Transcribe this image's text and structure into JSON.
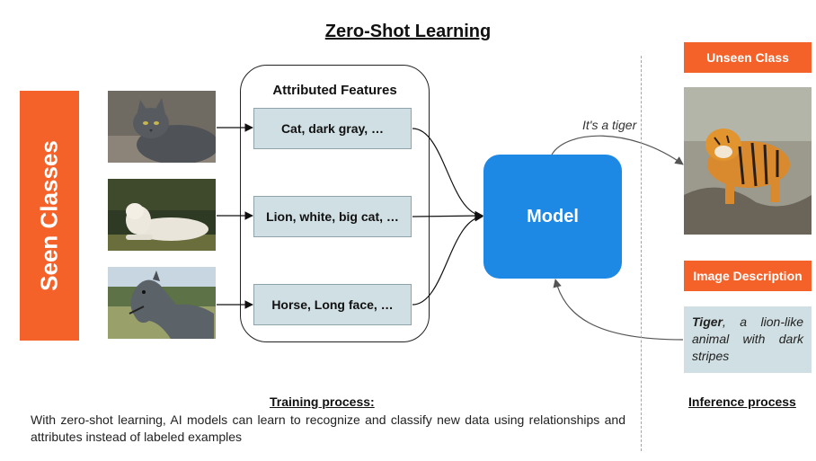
{
  "title": "Zero-Shot Learning",
  "seen_classes_label": "Seen Classes",
  "features": {
    "title": "Attributed Features",
    "items": [
      {
        "label": "Cat, dark gray, …",
        "image": "gray-cat-photo"
      },
      {
        "label": "Lion, white, big cat, …",
        "image": "white-lion-photo"
      },
      {
        "label": "Horse, Long face, …",
        "image": "gray-horse-photo"
      }
    ]
  },
  "model_label": "Model",
  "prediction_label": "It's a tiger",
  "unseen_class_label": "Unseen Class",
  "unseen_image": "tiger-photo",
  "image_description": {
    "header": "Image Description",
    "subject": "Tiger",
    "text": ", a lion-like animal with dark stripes"
  },
  "training": {
    "title": "Training process:",
    "text": "With zero-shot learning, AI models can learn to recognize and classify new data using relationships and attributes instead of labeled examples"
  },
  "inference_title": "Inference process",
  "colors": {
    "accent_orange": "#f4622a",
    "model_blue": "#1e88e5",
    "feature_box": "#d0dfe3"
  }
}
